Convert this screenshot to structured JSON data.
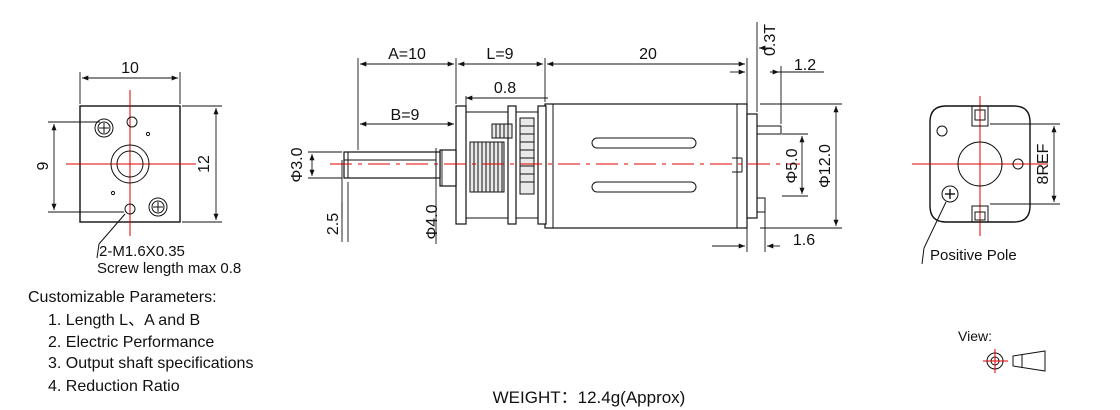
{
  "dimensions": {
    "left_width": "10",
    "left_height": "12",
    "left_hole_spacing": "9",
    "a_length": "A=10",
    "l_length": "L=9",
    "motor_length": "20",
    "gap_08": "0.8",
    "b_length": "B=9",
    "thickness_03t": "0.3T",
    "terminal_12": "1.2",
    "shaft_dia_3": "Φ3.0",
    "flat_25": "2.5",
    "boss_dia_4": "Φ4.0",
    "bearing_dia_5": "Φ5.0",
    "body_dia_12": "Φ12.0",
    "terminal_16": "1.6",
    "ref_8": "8REF"
  },
  "notes": {
    "screw_spec": "2-M1.6X0.35",
    "screw_length": "Screw length max 0.8",
    "positive_pole": "Positive Pole",
    "view_label": "View:"
  },
  "params": {
    "heading": "Customizable Parameters:",
    "items": [
      "1. Length  L、A and B",
      "2. Electric Performance",
      "3. Output shaft specifications",
      "4. Reduction Ratio"
    ]
  },
  "weight": "WEIGHT：12.4g(Approx)"
}
